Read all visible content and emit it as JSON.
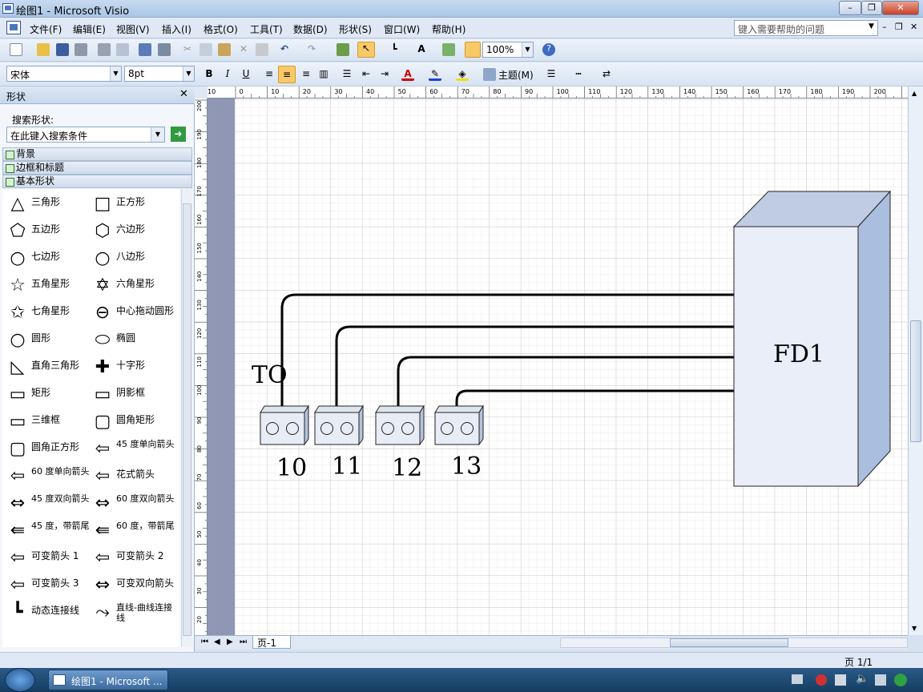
{
  "window": {
    "title": "绘图1 - Microsoft Visio"
  },
  "menus": [
    "文件(F)",
    "编辑(E)",
    "视图(V)",
    "插入(I)",
    "格式(O)",
    "工具(T)",
    "数据(D)",
    "形状(S)",
    "窗口(W)",
    "帮助(H)"
  ],
  "help_box": {
    "placeholder": "键入需要帮助的问题"
  },
  "toolbar": {
    "zoom": "100%",
    "font": "宋体",
    "font_size": "8pt",
    "theme_label": "主题(M)"
  },
  "shapes_panel": {
    "title": "形状",
    "search_label": "搜索形状:",
    "search_placeholder": "在此键入搜索条件",
    "stencils": [
      "背景",
      "边框和标题",
      "基本形状"
    ],
    "items": [
      [
        "三角形",
        "正方形"
      ],
      [
        "五边形",
        "六边形"
      ],
      [
        "七边形",
        "八边形"
      ],
      [
        "五角星形",
        "六角星形"
      ],
      [
        "七角星形",
        "中心拖动圆形"
      ],
      [
        "圆形",
        "椭圆"
      ],
      [
        "直角三角形",
        "十字形"
      ],
      [
        "矩形",
        "阴影框"
      ],
      [
        "三维框",
        "圆角矩形"
      ],
      [
        "圆角正方形",
        "45 度单向箭头"
      ],
      [
        "60 度单向箭头",
        "花式箭头"
      ],
      [
        "45 度双向箭头",
        "60 度双向箭头"
      ],
      [
        "45 度，带箭尾",
        "60 度，带箭尾"
      ],
      [
        "可变箭头 1",
        "可变箭头 2"
      ],
      [
        "可变箭头 3",
        "可变双向箭头"
      ],
      [
        "动态连接线",
        "直线-曲线连接线"
      ]
    ]
  },
  "ruler_top": [
    "10",
    "0",
    "10",
    "20",
    "30",
    "40",
    "50",
    "60",
    "70",
    "80",
    "90",
    "100",
    "110",
    "120",
    "130",
    "140",
    "150",
    "160",
    "170",
    "180",
    "190",
    "200"
  ],
  "ruler_left": [
    "200",
    "190",
    "180",
    "170",
    "160",
    "150",
    "140",
    "130",
    "120",
    "110",
    "100",
    "90",
    "80",
    "70",
    "60",
    "50",
    "40",
    "30",
    "20"
  ],
  "diagram": {
    "label_to": "TO",
    "outlets": [
      "10",
      "11",
      "12",
      "13"
    ],
    "box_label": "FD1"
  },
  "page_tab": "页-1",
  "status": {
    "page": "页 1/1"
  },
  "taskbar": {
    "window_button": "绘图1 - Microsoft ..."
  }
}
